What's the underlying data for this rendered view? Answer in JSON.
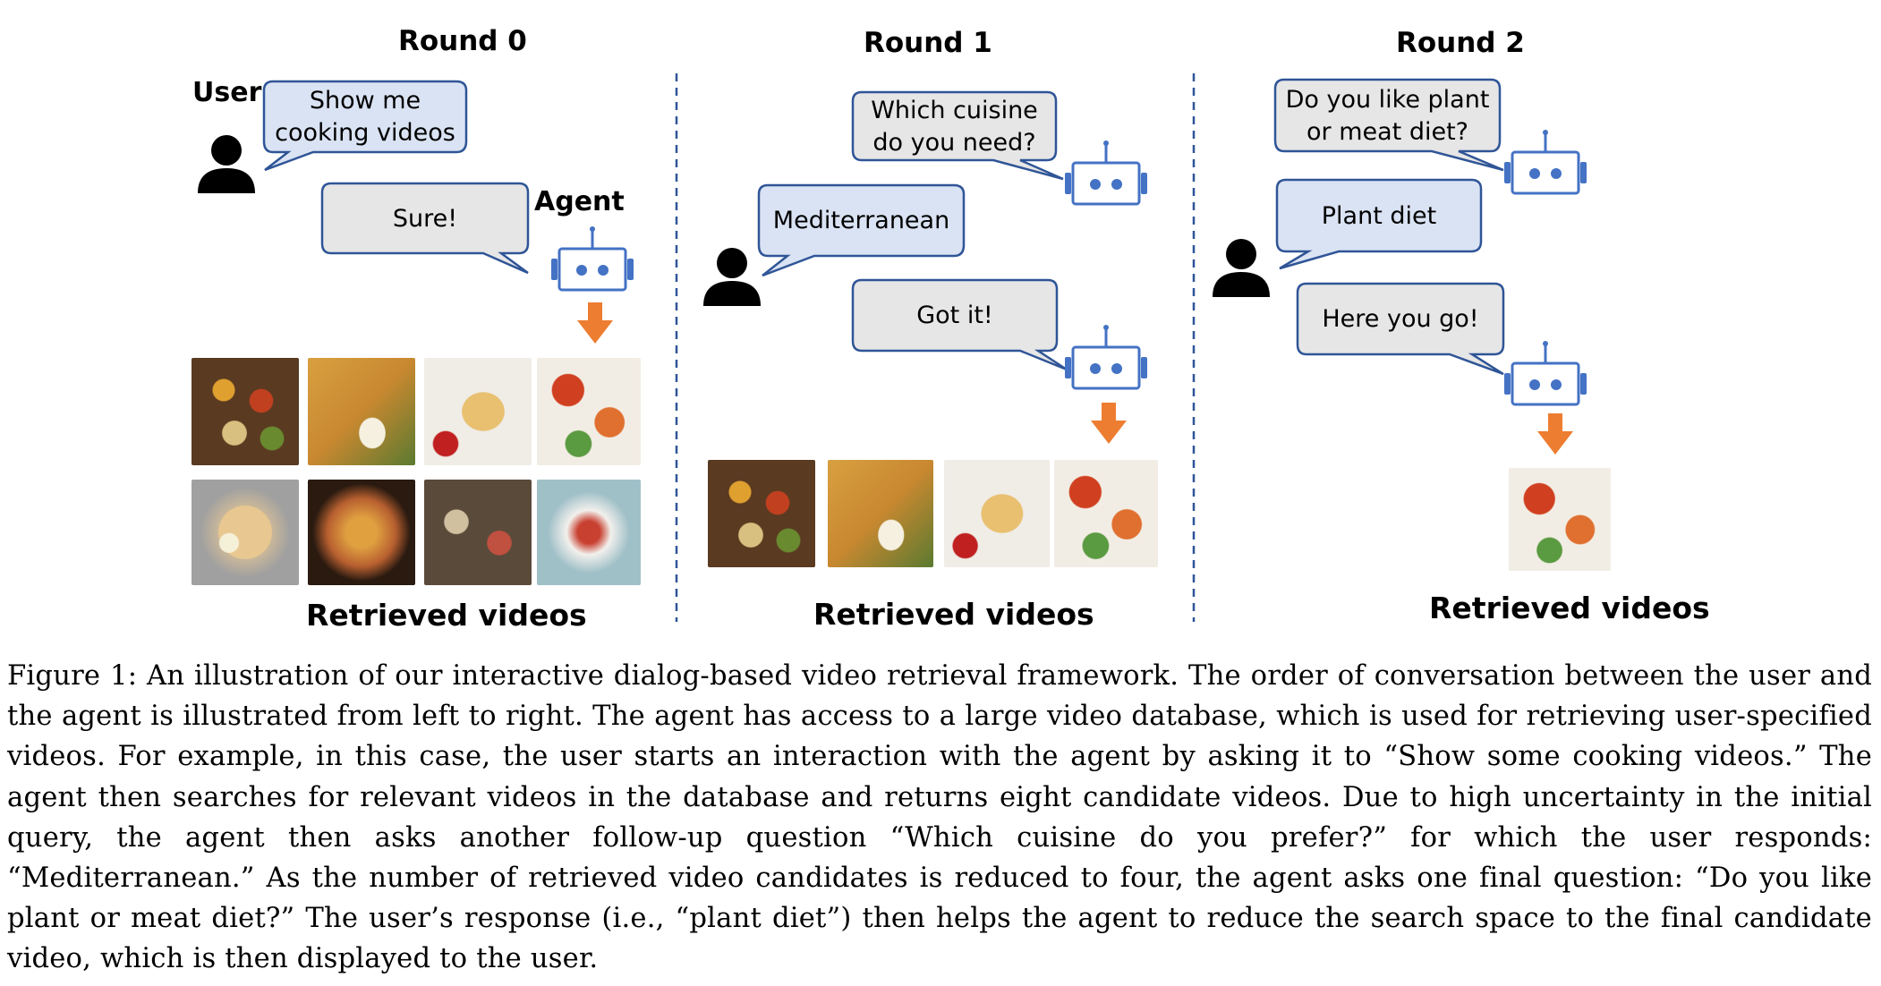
{
  "figure": {
    "rounds": [
      {
        "title": "Round 0",
        "user_label": "User",
        "agent_label": "Agent",
        "user_message": "Show me\ncooking videos",
        "agent_message": "Sure!",
        "retrieved_label": "Retrieved videos",
        "retrieved_count": 8
      },
      {
        "title": "Round 1",
        "agent_question": "Which cuisine\ndo you need?",
        "user_message": "Mediterranean",
        "agent_message": "Got it!",
        "retrieved_label": "Retrieved videos",
        "retrieved_count": 4
      },
      {
        "title": "Round 2",
        "agent_question": "Do you like plant\nor meat diet?",
        "user_message": "Plant diet",
        "agent_message": "Here you go!",
        "retrieved_label": "Retrieved videos",
        "retrieved_count": 1
      }
    ],
    "icons": [
      "user-icon",
      "robot-icon",
      "arrow-down-icon",
      "food-thumbnail"
    ],
    "colors": {
      "user_bubble": "#dae3f3",
      "agent_bubble": "#e7e6e6",
      "bubble_border": "#2f5597",
      "robot_blue": "#4472c4",
      "arrow_orange": "#ed7d31",
      "divider": "#2f5597"
    }
  },
  "caption": {
    "label": "Figure 1:",
    "text": "An illustration of our interactive dialog-based video retrieval framework. The order of conversation between the user and the agent is illustrated from left to right. The agent has access to a large video database, which is used for retrieving user-specified videos. For example, in this case, the user starts an interaction with the agent by asking it to “Show some cooking videos.” The agent then searches for relevant videos in the database and returns eight candidate videos. Due to high uncertainty in the initial query, the agent then asks another follow-up question “Which cuisine do you prefer?” for which the user responds: “Mediterranean.” As the number of retrieved video candidates is reduced to four, the agent asks one final question: “Do you like plant or meat diet?” The user’s response (i.e., “plant diet”) then helps the agent to reduce the search space to the final candidate video, which is then displayed to the user."
  }
}
